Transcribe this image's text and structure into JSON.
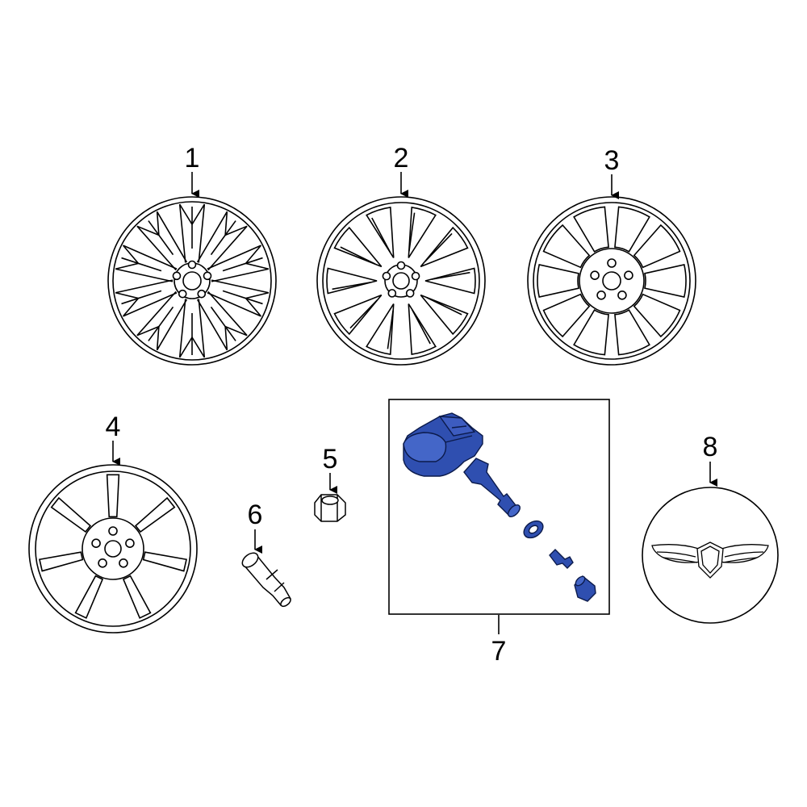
{
  "colors": {
    "line": "#000000",
    "highlight": "#2f4fb0",
    "highlight_dark": "#1f3688",
    "background": "#ffffff"
  },
  "callouts": {
    "c1": "1",
    "c2": "2",
    "c3": "3",
    "c4": "4",
    "c5": "5",
    "c6": "6",
    "c7": "7",
    "c8": "8"
  },
  "parts": [
    {
      "number": "1",
      "name": "wheel-multi-spoke",
      "icon": "wheel-icon"
    },
    {
      "number": "2",
      "name": "wheel-fan-spoke",
      "icon": "wheel-icon"
    },
    {
      "number": "3",
      "name": "wheel-ten-spoke",
      "icon": "wheel-icon"
    },
    {
      "number": "4",
      "name": "wheel-seven-spoke",
      "icon": "wheel-icon"
    },
    {
      "number": "5",
      "name": "lug-nut",
      "icon": "lug-nut-icon"
    },
    {
      "number": "6",
      "name": "valve-stem",
      "icon": "valve-stem-icon"
    },
    {
      "number": "7",
      "name": "tire-pressure-sensor-kit",
      "icon": "tpms-sensor-icon",
      "highlighted": true
    },
    {
      "number": "8",
      "name": "center-cap",
      "icon": "center-cap-icon"
    }
  ]
}
